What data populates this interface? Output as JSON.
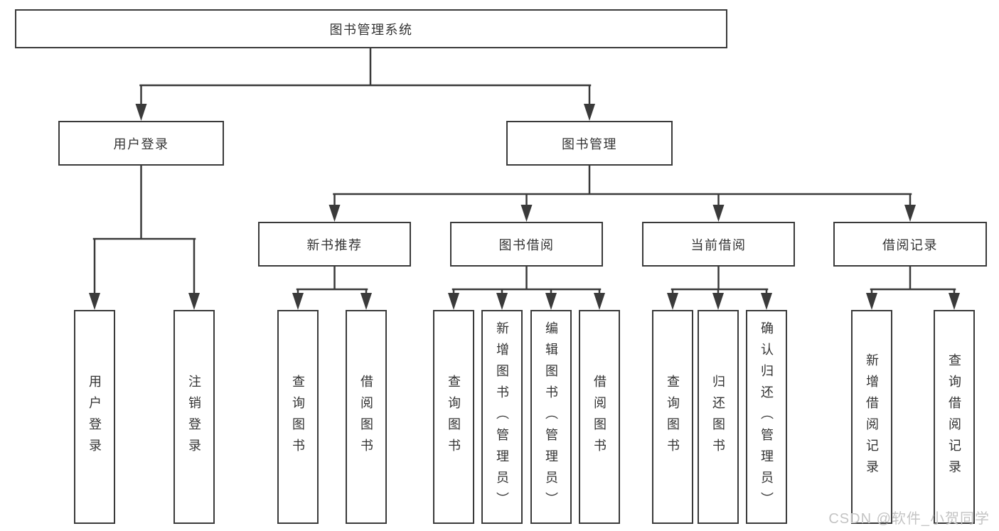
{
  "diagram": {
    "tree": {
      "root": {
        "label": "图书管理系统",
        "children": [
          {
            "label": "用户登录",
            "children": [
              {
                "label": "用户登录"
              },
              {
                "label": "注销登录"
              }
            ]
          },
          {
            "label": "图书管理",
            "children": [
              {
                "label": "新书推荐",
                "children": [
                  {
                    "label": "查询图书"
                  },
                  {
                    "label": "借阅图书"
                  }
                ]
              },
              {
                "label": "图书借阅",
                "children": [
                  {
                    "label": "查询图书"
                  },
                  {
                    "label": "新增图书（管理员）"
                  },
                  {
                    "label": "编辑图书（管理员）"
                  },
                  {
                    "label": "借阅图书"
                  }
                ]
              },
              {
                "label": "当前借阅",
                "children": [
                  {
                    "label": "查询图书"
                  },
                  {
                    "label": "归还图书"
                  },
                  {
                    "label": "确认归还（管理员）"
                  }
                ]
              },
              {
                "label": "借阅记录",
                "children": [
                  {
                    "label": "新增借阅记录"
                  },
                  {
                    "label": "查询借阅记录"
                  }
                ]
              }
            ]
          }
        ]
      }
    },
    "colors": {
      "line": "#3a3a3a",
      "text": "#333333",
      "watermark": "#c4c4c4",
      "background": "#ffffff"
    }
  },
  "watermark": {
    "text": "CSDN @软件_小贺同学"
  }
}
